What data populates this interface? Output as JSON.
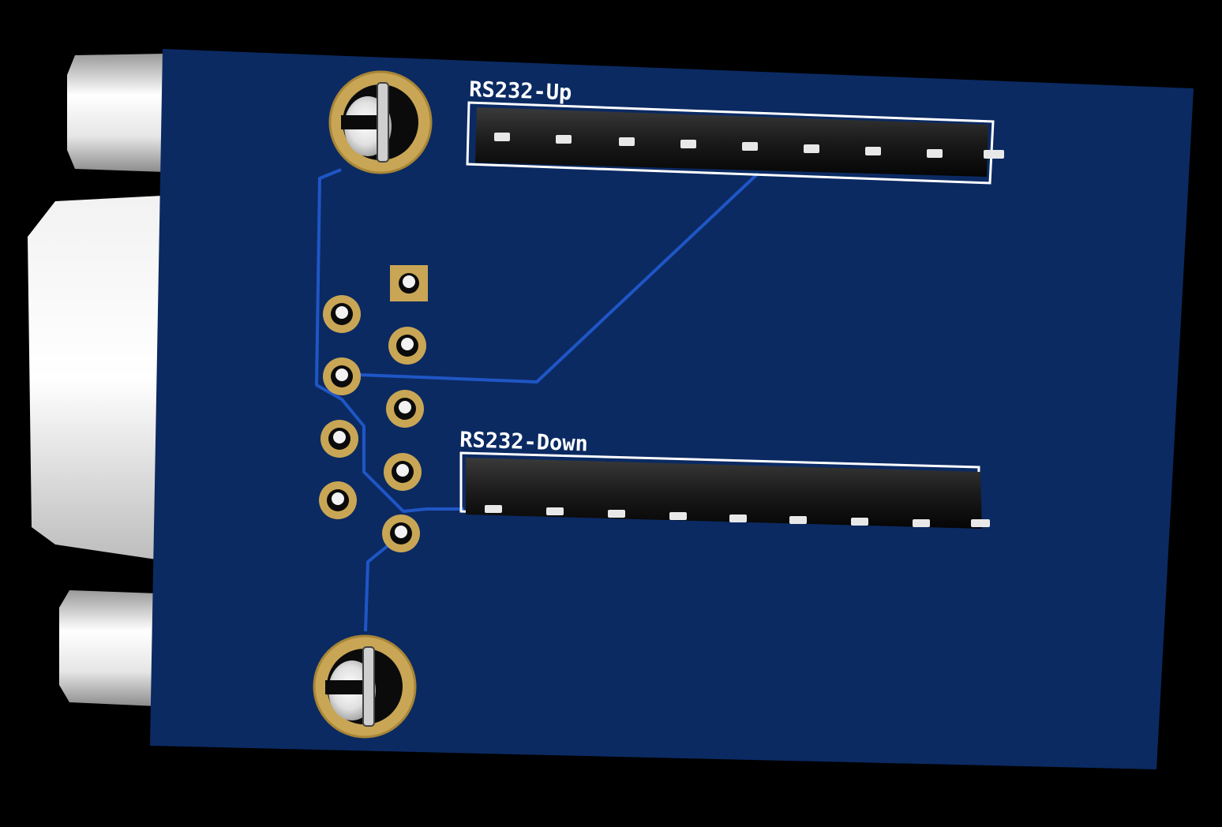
{
  "board": {
    "labels": {
      "upper_header": "RS232-Up",
      "lower_header": "RS232-Down"
    },
    "header_pin_count": 9,
    "db9_pin_count": 9
  },
  "colors": {
    "background": "#000000",
    "pcb": "#0b2a62",
    "trace": "#1f56c6",
    "pad": "#c9a655",
    "silkscreen": "#ffffff",
    "pin_housing": "#1d1d1d",
    "connector_shell": "#d4d4d4"
  }
}
